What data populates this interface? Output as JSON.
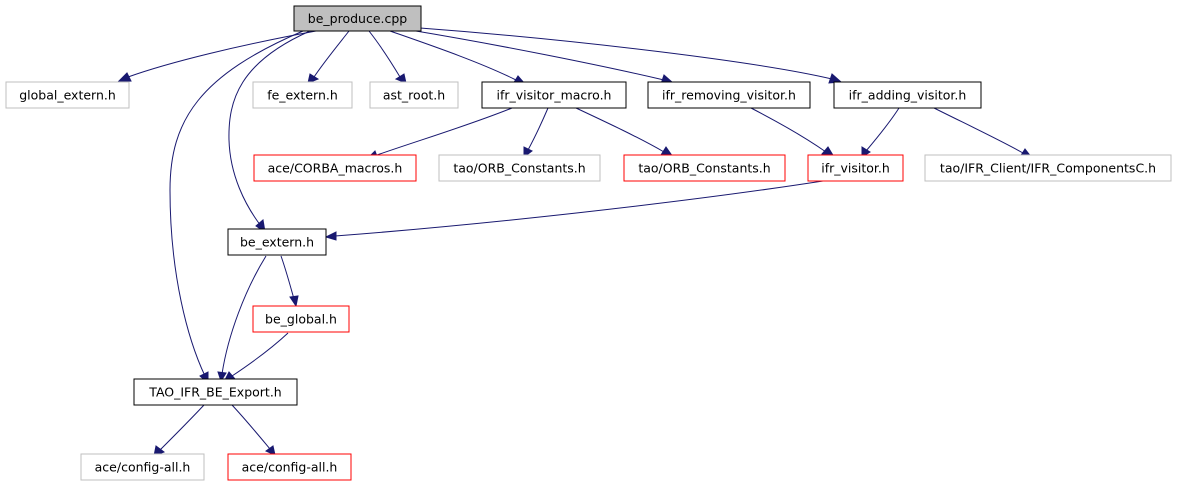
{
  "colors": {
    "edge": "#191970",
    "border_internal": "#000000",
    "border_external": "#bfbfbf",
    "border_incomplete": "#ff0000",
    "root_fill": "#bfbfbf",
    "fill": "#ffffff"
  },
  "nodes": {
    "be_produce_cpp": {
      "label": "be_produce.cpp",
      "kind": "root"
    },
    "global_extern_h": {
      "label": "global_extern.h",
      "kind": "external"
    },
    "fe_extern_h": {
      "label": "fe_extern.h",
      "kind": "external"
    },
    "ast_root_h": {
      "label": "ast_root.h",
      "kind": "external"
    },
    "ifr_visitor_macro_h": {
      "label": "ifr_visitor_macro.h",
      "kind": "internal"
    },
    "ifr_removing_visitor_h": {
      "label": "ifr_removing_visitor.h",
      "kind": "internal"
    },
    "ifr_adding_visitor_h": {
      "label": "ifr_adding_visitor.h",
      "kind": "internal"
    },
    "ace_corba_macros_h": {
      "label": "ace/CORBA_macros.h",
      "kind": "incomplete"
    },
    "tao_orb_constants_h_ext": {
      "label": "tao/ORB_Constants.h",
      "kind": "external"
    },
    "tao_orb_constants_h_inc": {
      "label": "tao/ORB_Constants.h",
      "kind": "incomplete"
    },
    "ifr_visitor_h": {
      "label": "ifr_visitor.h",
      "kind": "incomplete"
    },
    "tao_ifr_client_components_h": {
      "label": "tao/IFR_Client/IFR_ComponentsC.h",
      "kind": "external"
    },
    "be_extern_h": {
      "label": "be_extern.h",
      "kind": "internal"
    },
    "be_global_h": {
      "label": "be_global.h",
      "kind": "incomplete"
    },
    "tao_ifr_be_export_h": {
      "label": "TAO_IFR_BE_Export.h",
      "kind": "internal"
    },
    "ace_config_all_h_ext": {
      "label": "ace/config-all.h",
      "kind": "external"
    },
    "ace_config_all_h_inc": {
      "label": "ace/config-all.h",
      "kind": "incomplete"
    }
  },
  "edges": [
    {
      "from": "be_produce_cpp",
      "to": "global_extern_h"
    },
    {
      "from": "be_produce_cpp",
      "to": "fe_extern_h"
    },
    {
      "from": "be_produce_cpp",
      "to": "ast_root_h"
    },
    {
      "from": "be_produce_cpp",
      "to": "ifr_visitor_macro_h"
    },
    {
      "from": "be_produce_cpp",
      "to": "ifr_removing_visitor_h"
    },
    {
      "from": "be_produce_cpp",
      "to": "ifr_adding_visitor_h"
    },
    {
      "from": "be_produce_cpp",
      "to": "be_extern_h"
    },
    {
      "from": "be_produce_cpp",
      "to": "tao_ifr_be_export_h"
    },
    {
      "from": "ifr_visitor_macro_h",
      "to": "ace_corba_macros_h"
    },
    {
      "from": "ifr_visitor_macro_h",
      "to": "tao_orb_constants_h_ext"
    },
    {
      "from": "ifr_visitor_macro_h",
      "to": "tao_orb_constants_h_inc"
    },
    {
      "from": "ifr_removing_visitor_h",
      "to": "ifr_visitor_h"
    },
    {
      "from": "ifr_adding_visitor_h",
      "to": "ifr_visitor_h"
    },
    {
      "from": "ifr_adding_visitor_h",
      "to": "tao_ifr_client_components_h"
    },
    {
      "from": "ifr_visitor_h",
      "to": "be_extern_h"
    },
    {
      "from": "be_extern_h",
      "to": "be_global_h"
    },
    {
      "from": "be_extern_h",
      "to": "tao_ifr_be_export_h"
    },
    {
      "from": "be_global_h",
      "to": "tao_ifr_be_export_h"
    },
    {
      "from": "tao_ifr_be_export_h",
      "to": "ace_config_all_h_ext"
    },
    {
      "from": "tao_ifr_be_export_h",
      "to": "ace_config_all_h_inc"
    }
  ]
}
